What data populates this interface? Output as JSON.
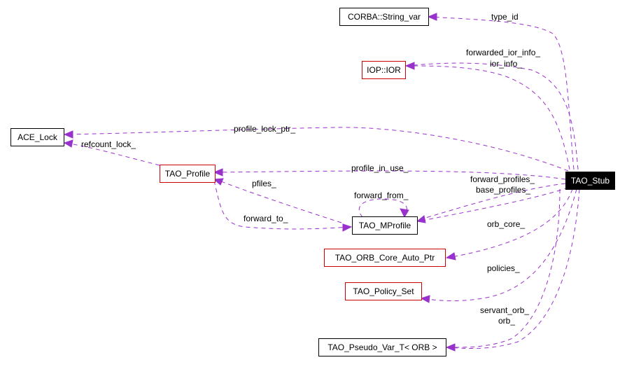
{
  "nodes": {
    "string_var": "CORBA::String_var",
    "iop_ior": "IOP::IOR",
    "ace_lock": "ACE_Lock",
    "tao_profile": "TAO_Profile",
    "tao_stub": "TAO_Stub",
    "tao_mprofile": "TAO_MProfile",
    "orb_core_auto_ptr": "TAO_ORB_Core_Auto_Ptr",
    "policy_set": "TAO_Policy_Set",
    "pseudo_var": "TAO_Pseudo_Var_T< ORB >"
  },
  "edge_labels": {
    "type_id": "type_id",
    "forwarded_ior_info": "forwarded_ior_info_",
    "ior_info": "ior_info_",
    "profile_lock_ptr": "profile_lock_ptr_",
    "refcount_lock": "refcount_lock_",
    "profile_in_use": "profile_in_use_",
    "forward_profiles": "forward_profiles_",
    "base_profiles": "base_profiles_",
    "forward_from": "forward_from_",
    "pfiles": "pfiles_",
    "forward_to": "forward_to_",
    "orb_core": "orb_core_",
    "policies": "policies_",
    "servant_orb": "servant_orb_",
    "orb": "orb_"
  },
  "colors": {
    "edge": "#9932cc",
    "linked_border": "#cc0000",
    "plain_border": "#000000",
    "focus_fill": "#000000",
    "focus_text": "#ffffff"
  }
}
